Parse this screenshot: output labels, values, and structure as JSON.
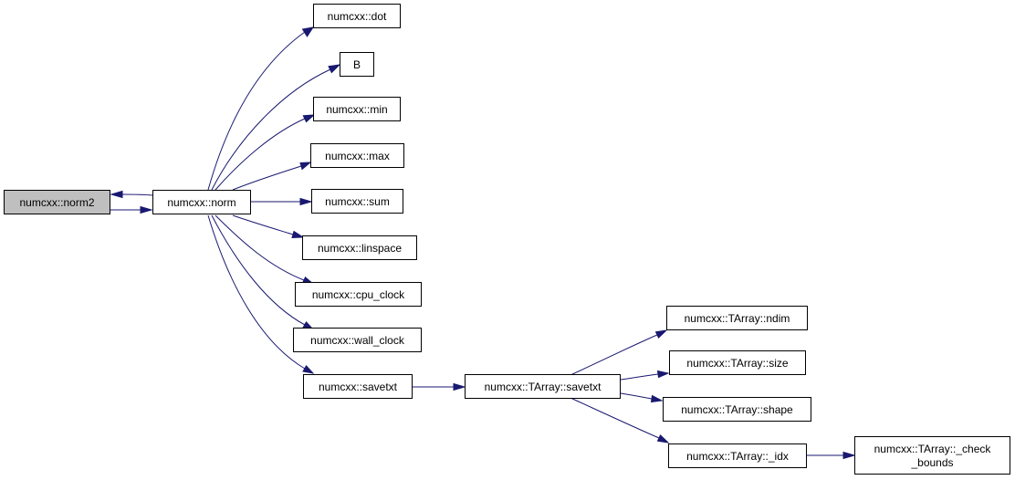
{
  "graph": {
    "nodes": {
      "norm2": "numcxx::norm2",
      "norm": "numcxx::norm",
      "dot": "numcxx::dot",
      "B": "B",
      "min": "numcxx::min",
      "max": "numcxx::max",
      "sum": "numcxx::sum",
      "linspace": "numcxx::linspace",
      "cpu_clock": "numcxx::cpu_clock",
      "wall_clock": "numcxx::wall_clock",
      "savetxt": "numcxx::savetxt",
      "tarray_savetxt": "numcxx::TArray::savetxt",
      "tarray_ndim": "numcxx::TArray::ndim",
      "tarray_size": "numcxx::TArray::size",
      "tarray_shape": "numcxx::TArray::shape",
      "tarray_idx": "numcxx::TArray::_idx",
      "tarray_check_bounds_line1": "numcxx::TArray::_check",
      "tarray_check_bounds_line2": "_bounds"
    },
    "edges": [
      {
        "from": "norm2",
        "to": "norm"
      },
      {
        "from": "norm",
        "to": "norm2"
      },
      {
        "from": "norm",
        "to": "dot"
      },
      {
        "from": "norm",
        "to": "B"
      },
      {
        "from": "norm",
        "to": "min"
      },
      {
        "from": "norm",
        "to": "max"
      },
      {
        "from": "norm",
        "to": "sum"
      },
      {
        "from": "norm",
        "to": "linspace"
      },
      {
        "from": "norm",
        "to": "cpu_clock"
      },
      {
        "from": "norm",
        "to": "wall_clock"
      },
      {
        "from": "norm",
        "to": "savetxt"
      },
      {
        "from": "savetxt",
        "to": "tarray_savetxt"
      },
      {
        "from": "tarray_savetxt",
        "to": "tarray_ndim"
      },
      {
        "from": "tarray_savetxt",
        "to": "tarray_size"
      },
      {
        "from": "tarray_savetxt",
        "to": "tarray_shape"
      },
      {
        "from": "tarray_savetxt",
        "to": "tarray_idx"
      },
      {
        "from": "tarray_idx",
        "to": "tarray_check_bounds"
      }
    ],
    "colors": {
      "edge": "#191970",
      "current_node_fill": "#bfbfbf",
      "node_fill": "#ffffff",
      "node_border": "#000000"
    }
  }
}
